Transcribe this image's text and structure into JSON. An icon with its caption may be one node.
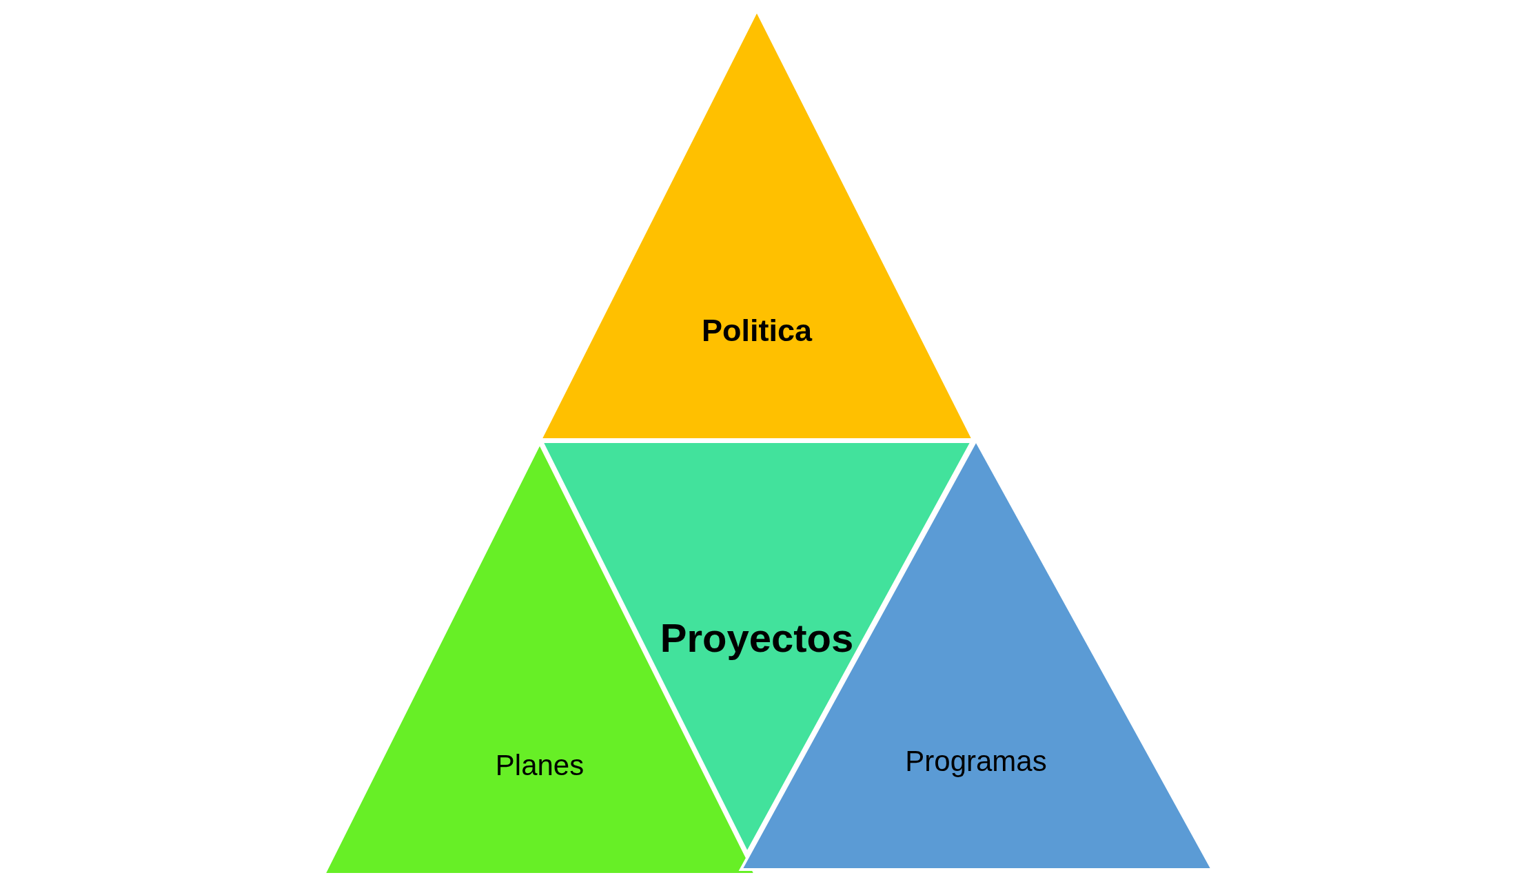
{
  "diagram": {
    "nodes": [
      {
        "text": [
          "Politica"
        ]
      },
      {
        "text": [
          "Proyectos"
        ]
      },
      {
        "text": [
          "Planes"
        ]
      },
      {
        "text": [
          "Programas"
        ]
      }
    ]
  }
}
